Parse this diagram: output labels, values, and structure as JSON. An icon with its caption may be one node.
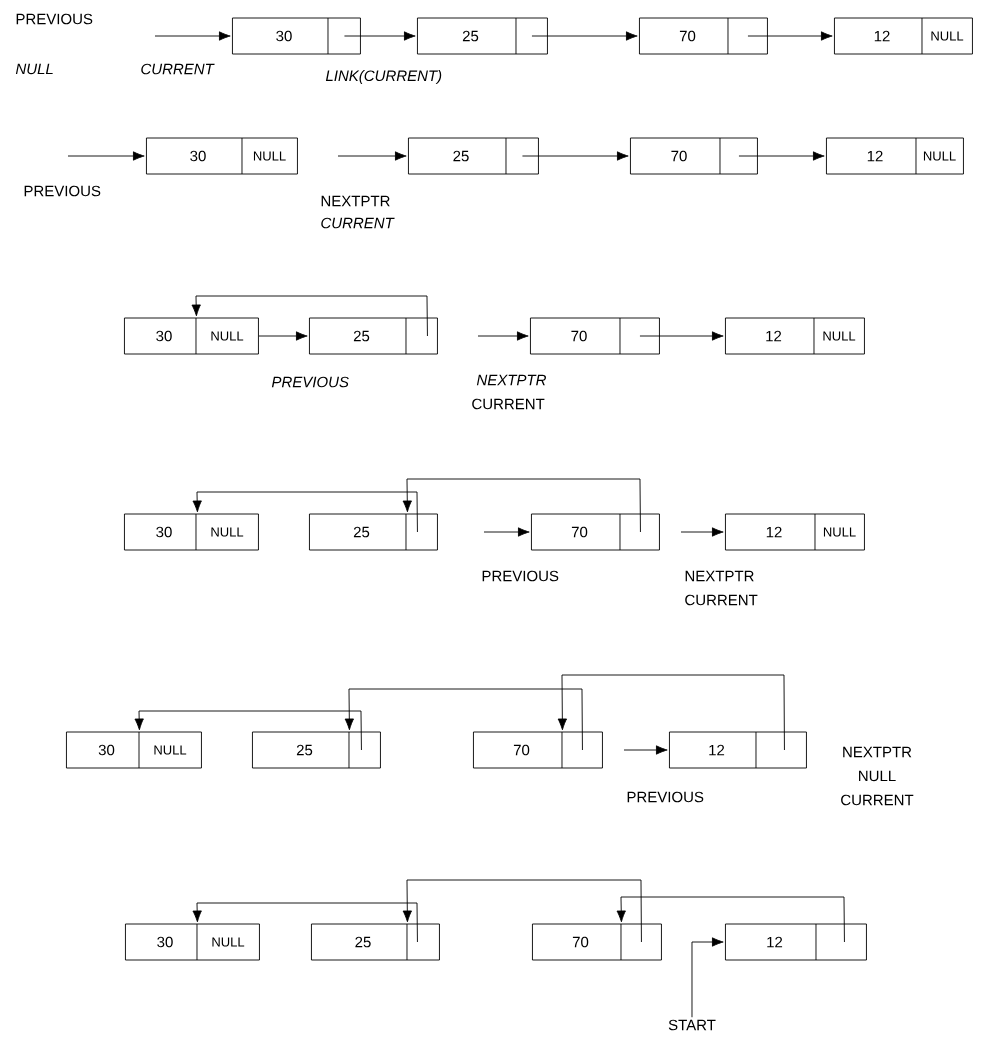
{
  "diagram": {
    "nodes": [
      {
        "text": [
          "30"
        ]
      },
      {
        "text": [
          "25"
        ]
      },
      {
        "text": [
          "70"
        ]
      },
      {
        "text": [
          "12",
          "NULL"
        ]
      },
      {
        "text": [
          "30",
          "NULL"
        ]
      },
      {
        "text": [
          "25"
        ]
      },
      {
        "text": [
          "70"
        ]
      },
      {
        "text": [
          "12",
          "NULL"
        ]
      },
      {
        "text": [
          "30",
          "NULL"
        ]
      },
      {
        "text": [
          "25"
        ]
      },
      {
        "text": [
          "70"
        ]
      },
      {
        "text": [
          "12",
          "NULL"
        ]
      },
      {
        "text": [
          "30",
          "NULL"
        ]
      },
      {
        "text": [
          "25"
        ]
      },
      {
        "text": [
          "70"
        ]
      },
      {
        "text": [
          "12",
          "NULL"
        ]
      },
      {
        "text": [
          "30",
          "NULL"
        ]
      },
      {
        "text": [
          "25"
        ]
      },
      {
        "text": [
          "70"
        ]
      },
      {
        "text": [
          "12"
        ]
      },
      {
        "text": [
          "30",
          "NULL"
        ]
      },
      {
        "text": [
          "25"
        ]
      },
      {
        "text": [
          "70"
        ]
      },
      {
        "text": [
          "12"
        ]
      },
      {
        "text": [
          "START"
        ]
      }
    ],
    "edges": [
      {
        "from": null,
        "to": 0,
        "arrow": "to"
      },
      {
        "from": 0,
        "to": 1,
        "arrow": "to"
      },
      {
        "from": 1,
        "to": 2,
        "arrow": "to"
      },
      {
        "from": 2,
        "to": 3,
        "arrow": "to"
      },
      {
        "from": null,
        "to": 4,
        "arrow": "to"
      },
      {
        "from": null,
        "to": 5,
        "arrow": "to"
      },
      {
        "from": 5,
        "to": 6,
        "arrow": "to"
      },
      {
        "from": 6,
        "to": 7,
        "arrow": "to"
      },
      {
        "from": 9,
        "to": 8,
        "arrow": "to"
      },
      {
        "from": 8,
        "to": 9,
        "arrow": "to"
      },
      {
        "from": null,
        "to": 10,
        "arrow": "to"
      },
      {
        "from": 10,
        "to": 11,
        "arrow": "to"
      },
      {
        "from": 13,
        "to": 12,
        "arrow": "to"
      },
      {
        "from": 14,
        "to": 13,
        "arrow": "to"
      },
      {
        "from": null,
        "to": 14,
        "arrow": "to"
      },
      {
        "from": null,
        "to": 15,
        "arrow": "to"
      },
      {
        "from": 17,
        "to": 16,
        "arrow": "to"
      },
      {
        "from": 18,
        "to": 17,
        "arrow": "to"
      },
      {
        "from": 19,
        "to": 18,
        "arrow": "to"
      },
      {
        "from": null,
        "to": 19,
        "arrow": "to"
      },
      {
        "from": 21,
        "to": 20,
        "arrow": "to"
      },
      {
        "from": 22,
        "to": 21,
        "arrow": "to"
      },
      {
        "from": 23,
        "to": 22,
        "arrow": "to"
      },
      {
        "from": 24,
        "to": 23,
        "arrow": "to"
      }
    ],
    "labels": [
      "PREVIOUS",
      "NULL",
      "CURRENT",
      "LINK(CURRENT)",
      "PREVIOUS",
      "NEXTPTR",
      "CURRENT",
      "PREVIOUS",
      "NEXTPTR",
      "CURRENT",
      "PREVIOUS",
      "NEXTPTR",
      "CURRENT",
      "NEXTPTR",
      "NULL",
      "PREVIOUS",
      "CURRENT"
    ]
  }
}
